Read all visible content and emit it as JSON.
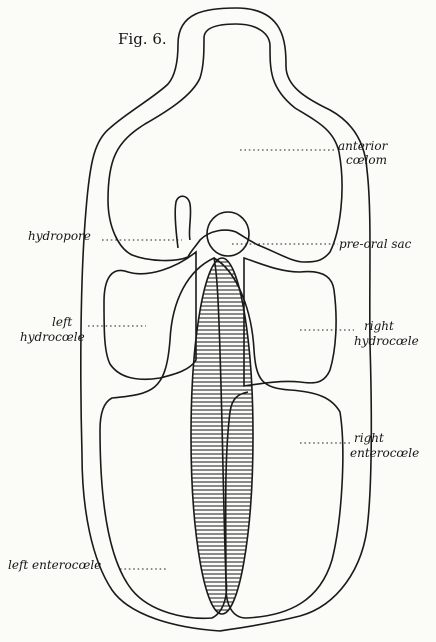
{
  "figure": {
    "title": "Fig. 6.",
    "labels": {
      "anterior_1": "anterior",
      "anterior_2": "cœlom",
      "hydropore": "hydropore",
      "pre_oral_sac": "pre-oral sac",
      "left_hydro_1": "left",
      "left_hydro_2": "hydrocœle",
      "right_hydro_1": "right",
      "right_hydro_2": "hydrocœle",
      "right_entero_1": "right",
      "right_entero_2": "enterocœle",
      "left_entero": "left enterocœle"
    },
    "colors": {
      "ink": "#1a1a1a",
      "paper": "#fbfbf7"
    }
  }
}
